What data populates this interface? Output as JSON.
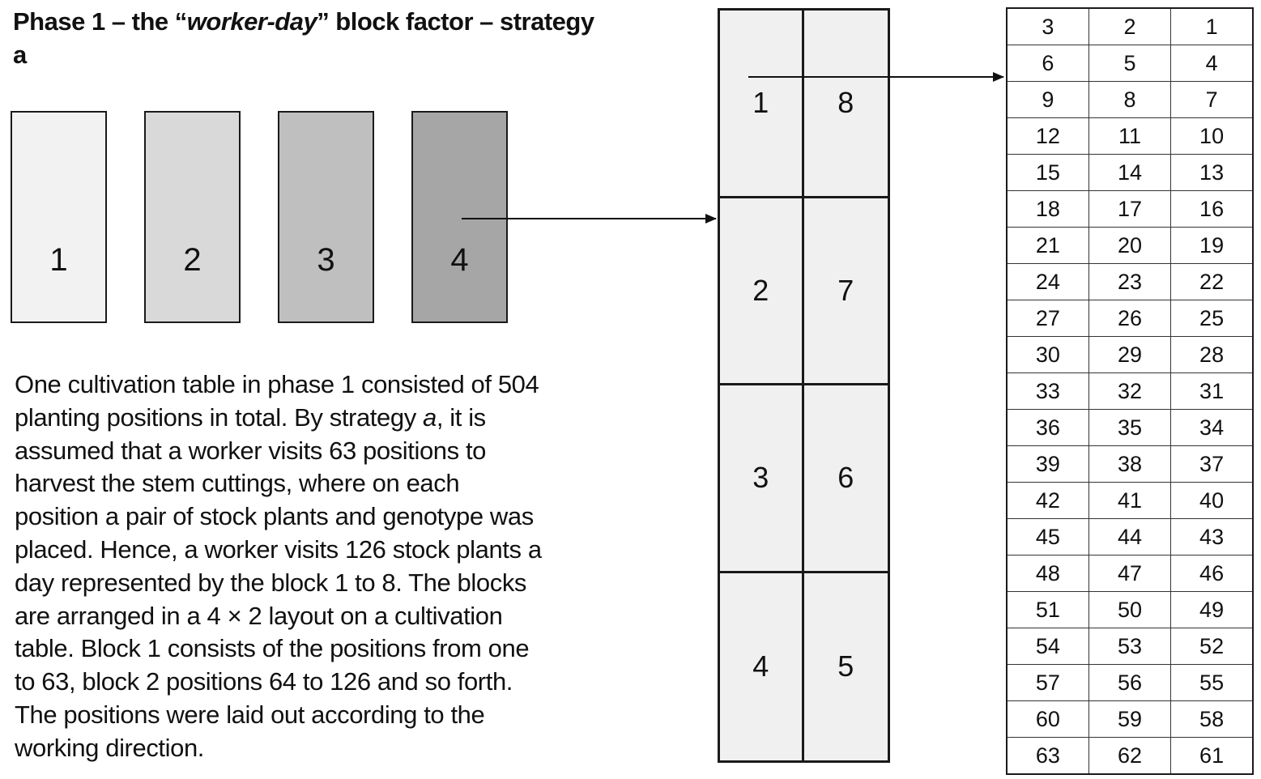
{
  "title": {
    "part1": "Phase 1 – the “",
    "part2": "worker-day",
    "part3": "” block factor – strategy a"
  },
  "cultivation_tables": [
    {
      "label": "1",
      "fill": "#f2f2f2"
    },
    {
      "label": "2",
      "fill": "#d9d9d9"
    },
    {
      "label": "3",
      "fill": "#bfbfbf"
    },
    {
      "label": "4",
      "fill": "#a6a6a6"
    }
  ],
  "description": {
    "line1": "One cultivation table in phase 1 consisted of 504",
    "line2a": "planting positions in total. By strategy ",
    "line2b": "a",
    "line2c": ", it is",
    "line3": "assumed that a worker visits 63 positions to",
    "line4": "harvest the stem cuttings, where on each",
    "line5": "position a pair of stock plants and genotype was",
    "line6": "placed. Hence, a worker visits 126 stock plants a",
    "line7": "day represented by the block 1 to 8. The blocks",
    "line8": "are arranged in a 4 × 2 layout on a cultivation",
    "line9": "table. Block 1 consists of the positions from one",
    "line10": "to 63, block 2 positions 64 to 126 and so forth.",
    "line11": "The positions were laid out according to the",
    "line12": "working direction."
  },
  "block_layout": {
    "rows": [
      [
        "1",
        "8"
      ],
      [
        "2",
        "7"
      ],
      [
        "3",
        "6"
      ],
      [
        "4",
        "5"
      ]
    ]
  },
  "positions": {
    "rows": [
      [
        "3",
        "2",
        "1"
      ],
      [
        "6",
        "5",
        "4"
      ],
      [
        "9",
        "8",
        "7"
      ],
      [
        "12",
        "11",
        "10"
      ],
      [
        "15",
        "14",
        "13"
      ],
      [
        "18",
        "17",
        "16"
      ],
      [
        "21",
        "20",
        "19"
      ],
      [
        "24",
        "23",
        "22"
      ],
      [
        "27",
        "26",
        "25"
      ],
      [
        "30",
        "29",
        "28"
      ],
      [
        "33",
        "32",
        "31"
      ],
      [
        "36",
        "35",
        "34"
      ],
      [
        "39",
        "38",
        "37"
      ],
      [
        "42",
        "41",
        "40"
      ],
      [
        "45",
        "44",
        "43"
      ],
      [
        "48",
        "47",
        "46"
      ],
      [
        "51",
        "50",
        "49"
      ],
      [
        "54",
        "53",
        "52"
      ],
      [
        "57",
        "56",
        "55"
      ],
      [
        "60",
        "59",
        "58"
      ],
      [
        "63",
        "62",
        "61"
      ]
    ]
  }
}
